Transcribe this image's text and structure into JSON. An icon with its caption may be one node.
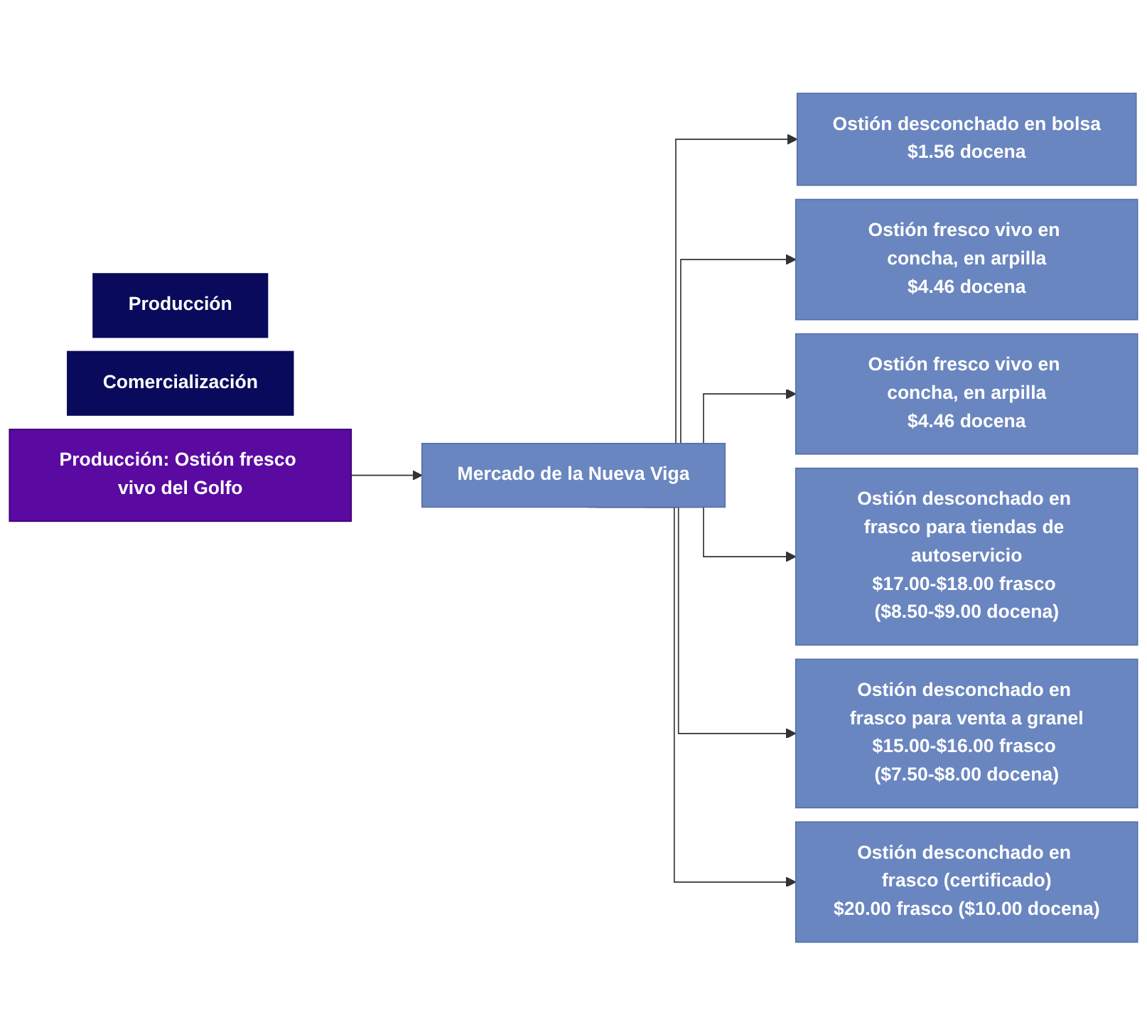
{
  "diagram": {
    "nodes": [
      {
        "text": [
          "Producción"
        ]
      },
      {
        "text": [
          "Comercialización"
        ]
      },
      {
        "text": [
          "Producción: Ostión fresco vivo del Golfo"
        ]
      },
      {
        "text": [
          "Mercado de la Nueva Viga"
        ]
      },
      {
        "text": [
          "Ostión desconchado en bolsa",
          "$1.56 docena"
        ]
      },
      {
        "text": [
          "Ostión fresco vivo en concha, en arpilla",
          "$4.46 docena"
        ]
      },
      {
        "text": [
          "Ostión fresco vivo en concha, en arpilla",
          "$4.46 docena"
        ]
      },
      {
        "text": [
          "Ostión desconchado en frasco para tiendas de autoservicio",
          "$17.00-$18.00 frasco ($8.50-$9.00 docena)"
        ]
      },
      {
        "text": [
          "Ostión desconchado en frasco para venta a granel",
          "$15.00-$16.00 frasco ($7.50-$8.00 docena)"
        ]
      },
      {
        "text": [
          "Ostión desconchado en frasco (certificado)",
          "$20.00 frasco ($10.00 docena)"
        ]
      }
    ],
    "edges": [
      {
        "from": 2,
        "to": 3,
        "arrow": "to"
      },
      {
        "from": 3,
        "to": 4,
        "arrow": "to"
      },
      {
        "from": 3,
        "to": 5,
        "arrow": "to"
      },
      {
        "from": 3,
        "to": 6,
        "arrow": "to"
      },
      {
        "from": 3,
        "to": 7,
        "arrow": "to"
      },
      {
        "from": 3,
        "to": 8,
        "arrow": "to"
      },
      {
        "from": 3,
        "to": 9,
        "arrow": "to"
      }
    ]
  }
}
